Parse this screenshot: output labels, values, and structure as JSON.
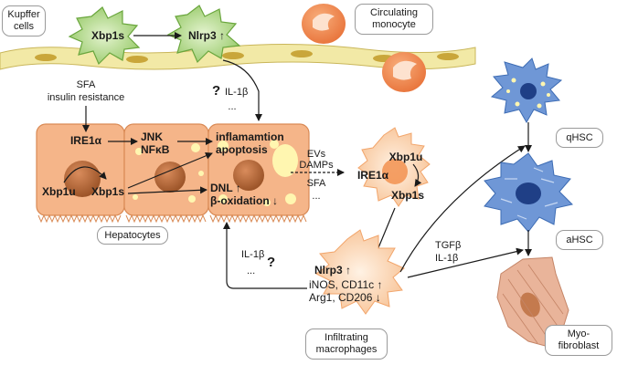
{
  "colors": {
    "sinusoid": "#f2e9a6",
    "sinusoid_edge": "#c9b65a",
    "hepatocyte": "#f5b589",
    "hepatocyte_edge": "#d98a55",
    "nucleus": "#b8683a",
    "lipid": "#fff6b0",
    "kupffer": "#a9d47a",
    "kupffer_edge": "#6aa63d",
    "monocyte": "#f2904f",
    "macrophage": "#fcd7b4",
    "stellate_blue": "#6f97d6",
    "myofibroblast": "#e9b49a"
  },
  "labels": {
    "kupffer_cells": [
      "Kupffer",
      "cells"
    ],
    "circulating_monocyte": [
      "Circulating",
      "monocyte"
    ],
    "hepatocytes": "Hepatocytes",
    "infiltrating_macrophages": [
      "Infiltrating",
      "macrophages"
    ],
    "qhsc": "qHSC",
    "ahsc": "aHSC",
    "myofibroblast": [
      "Myo-",
      "fibroblast"
    ]
  },
  "text": {
    "kupffer_xbp1s": "Xbp1s",
    "kupffer_nlrp3": "Nlrp3 ↑",
    "sfa": "SFA",
    "insulin_resistance": "insulin resistance",
    "q_top": "?",
    "il1b_top": "IL-1β",
    "ellipsis_top": "...",
    "ire1a": "IRE1α",
    "jnk": "JNK",
    "nfkb": "NFκB",
    "inflammation": "inflamamtion",
    "apoptosis": "apoptosis",
    "xbp1u": "Xbp1u",
    "xbp1s": "Xbp1s",
    "dnl": "DNL ↑",
    "beta_ox": "β-oxidation ↓",
    "evs": "EVs",
    "damps": "DAMPs",
    "sfa_mid": "SFA",
    "ellipsis_mid": "...",
    "mac_xbp1u": "Xbp1u",
    "mac_ire1a": "IRE1α",
    "mac_xbp1s": "Xbp1s",
    "il1b_bottom": "IL-1β",
    "q_bottom": "?",
    "ellipsis_bottom": "...",
    "nlrp3": "Nlrp3 ↑",
    "inos": "iNOS, CD11c ↑",
    "arg1": "Arg1, CD206 ↓",
    "tgfb": "TGFβ",
    "il1b_right": "IL-1β"
  }
}
